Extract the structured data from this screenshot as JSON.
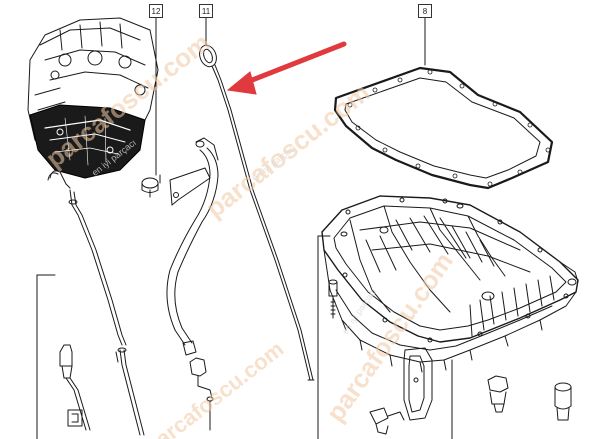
{
  "callouts": {
    "c12": "12",
    "c11": "11",
    "c8": "8"
  },
  "watermark": {
    "text": "parcafoscu.com",
    "sub": "en iyi parçacı"
  },
  "arrow_color": "#e0393e",
  "line_color": "#1a1a1a"
}
